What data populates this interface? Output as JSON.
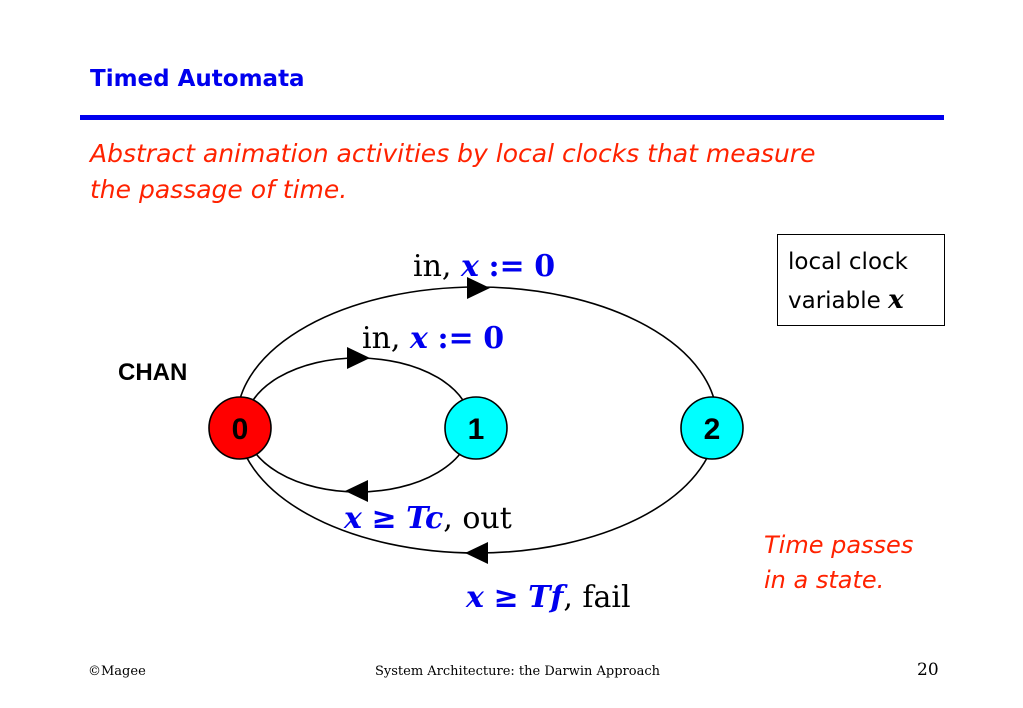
{
  "slide": {
    "title": "Timed Automata",
    "subtitle": "Abstract animation activities by local clocks that measure the passage of time."
  },
  "diagram": {
    "process_name": "CHAN",
    "states": [
      {
        "label": "0",
        "color": "#ff0000"
      },
      {
        "label": "1",
        "color": "#00ffff"
      },
      {
        "label": "2",
        "color": "#00ffff"
      }
    ],
    "transitions": {
      "outer_top": {
        "action": "in,",
        "clock": "x",
        "op": ":=",
        "value": "0"
      },
      "inner_top": {
        "action": "in,",
        "clock": "x",
        "op": ":=",
        "value": "0"
      },
      "inner_bottom": {
        "clock": "x",
        "op": "≥",
        "bound": "Tc",
        "action": ", out"
      },
      "outer_bottom": {
        "clock": "x",
        "op": "≥",
        "bound": "Tf",
        "action": ", fail"
      }
    },
    "clock_box": {
      "line1": "local clock",
      "line2": "variable",
      "var": "x"
    },
    "note": {
      "line1": "Time passes",
      "line2": "in a state."
    }
  },
  "footer": {
    "left": "©Magee",
    "center": "System Architecture: the Darwin Approach",
    "page": "20"
  },
  "colors": {
    "accent": "#0000ee",
    "highlight": "#ff2200"
  }
}
